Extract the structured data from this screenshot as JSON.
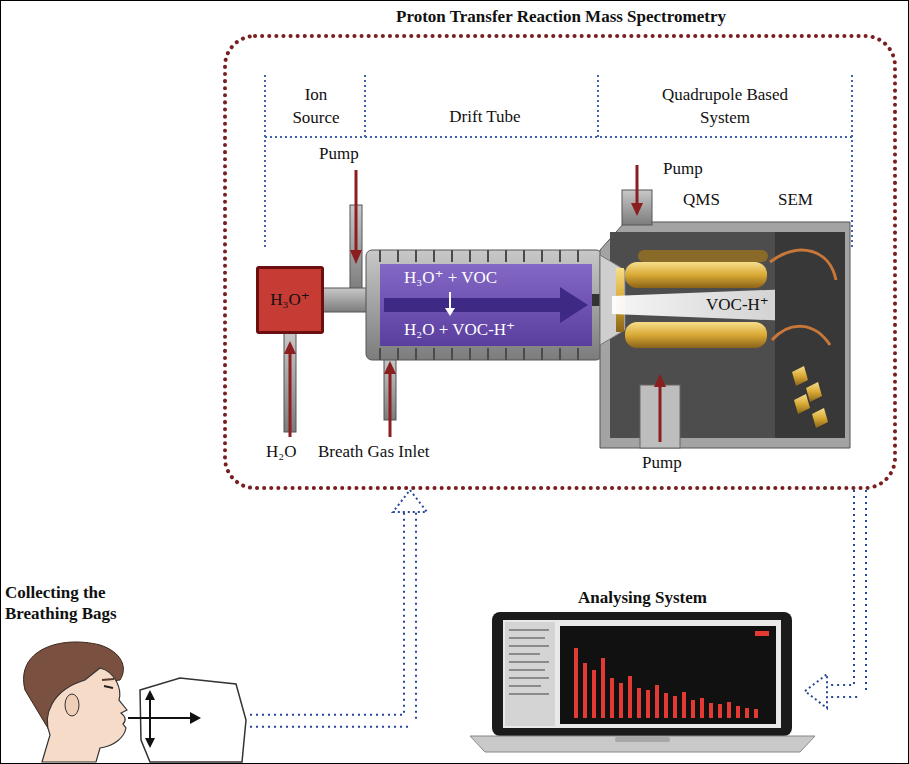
{
  "diagram": {
    "nodes": [
      {
        "text": [
          "Proton Transfer Reaction Mass Spectrometry"
        ]
      },
      {
        "text": [
          "H₃O⁺"
        ],
        "in": 0
      },
      {
        "text": [
          "H₃O⁺ + VOC",
          "H₂O + VOC-H⁺"
        ],
        "in": 0
      },
      {
        "text": [
          "Collecting the Breathing Bags"
        ]
      },
      {
        "text": [
          "Analysing System"
        ]
      }
    ],
    "edges": [
      {
        "from": 3,
        "to": 0,
        "arrow": "to"
      },
      {
        "from": 0,
        "to": 4,
        "arrow": "to"
      }
    ],
    "labels": [
      "Ion Source",
      "Drift Tube",
      "Quadrupole Based System",
      "Pump",
      "Pump",
      "QMS",
      "SEM",
      "VOC-H⁺",
      "Pump",
      "H₂O",
      "Breath Gas Inlet"
    ]
  }
}
